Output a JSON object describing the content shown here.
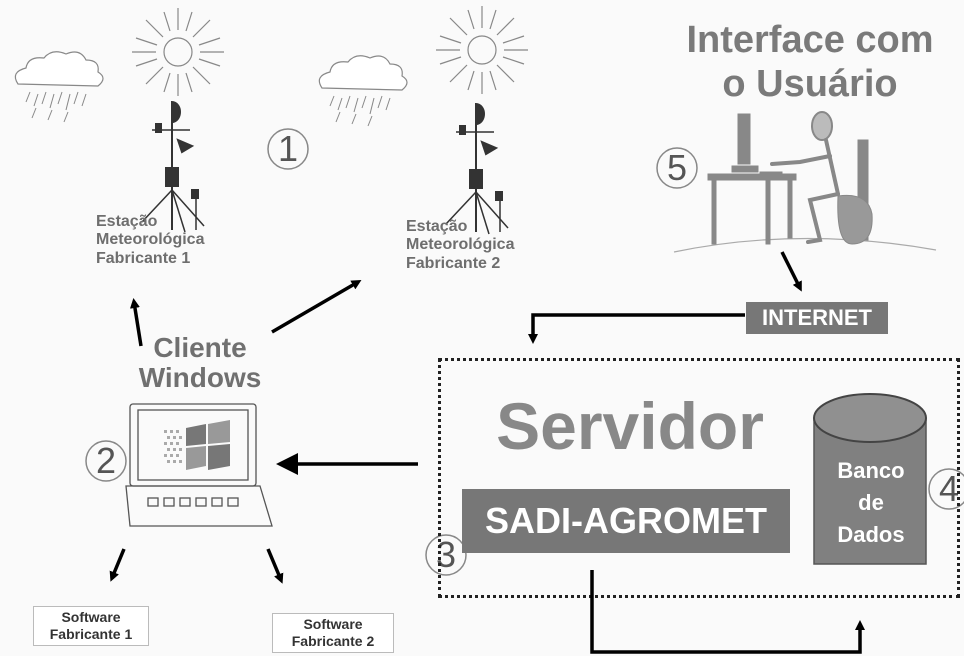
{
  "title": {
    "line1": "Interface com",
    "line2": "o Usuário"
  },
  "numbers": [
    "1",
    "2",
    "3",
    "4",
    "5"
  ],
  "station1": {
    "line1": "Estação",
    "line2": "Meteorológica",
    "line3": "Fabricante 1"
  },
  "station2": {
    "line1": "Estação",
    "line2": "Meteorológica",
    "line3": "Fabricante 2"
  },
  "client": {
    "line1": "Cliente",
    "line2": "Windows"
  },
  "internet": "INTERNET",
  "server": {
    "title": "Servidor",
    "app": "SADI-AGROMET"
  },
  "database": {
    "line1": "Banco",
    "line2": "de",
    "line3": "Dados"
  },
  "software1": {
    "line1": "Software",
    "line2": "Fabricante 1"
  },
  "software2": {
    "line1": "Software",
    "line2": "Fabricante 2"
  },
  "colors": {
    "gray_text": "#6e6e6e",
    "dark_box": "#777777",
    "db_fill": "#808080",
    "arrow": "#000000"
  }
}
